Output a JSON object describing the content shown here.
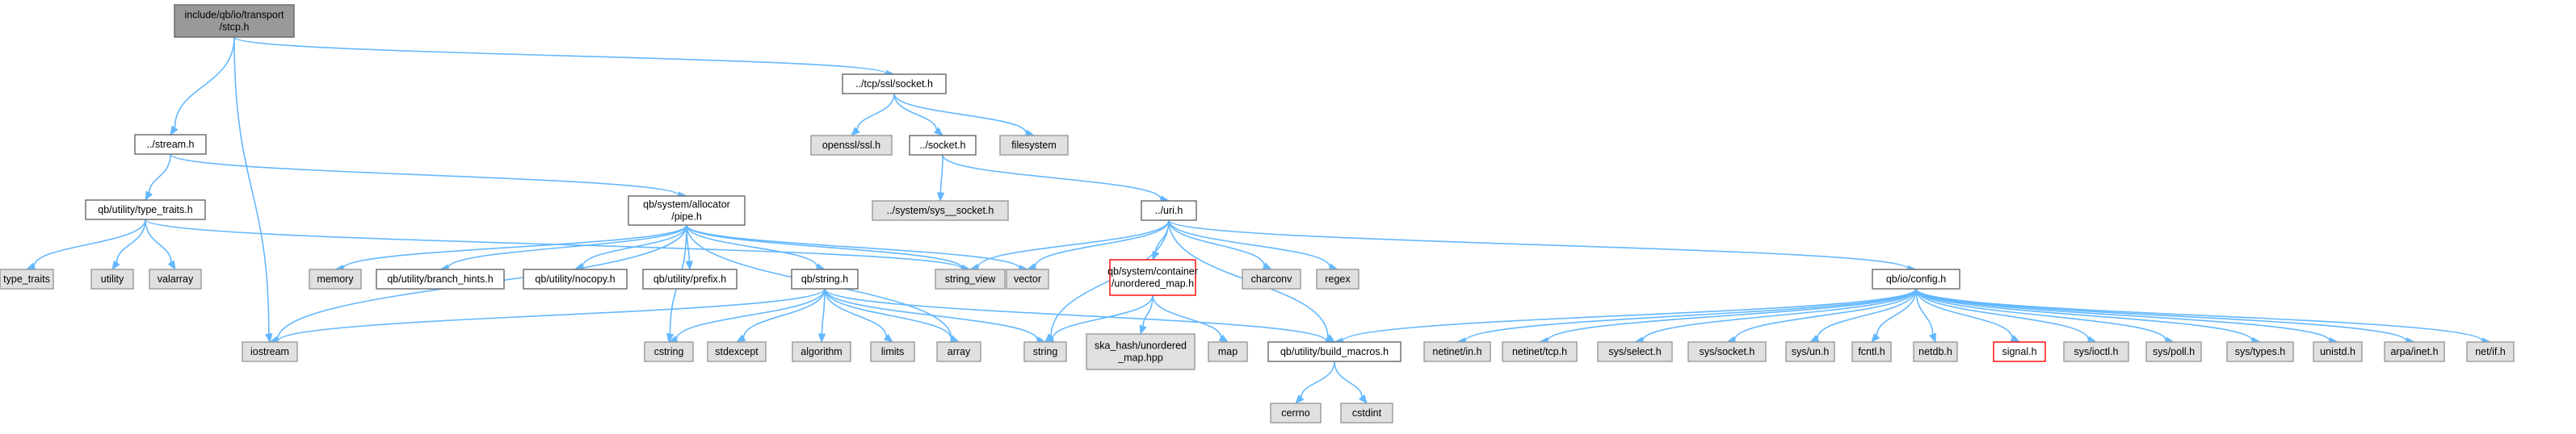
{
  "colors": {
    "edge": "#63b8ff",
    "root_fill": "#999999",
    "root_border": "#666666",
    "linked_fill": "#ffffff",
    "linked_border": "#666666",
    "external_fill": "#e0e0e0",
    "external_border": "#999999",
    "highlight_border": "#ff0000"
  },
  "nodes": [
    {
      "id": "root",
      "lines": [
        "include/qb/io/transport",
        "/stcp.h"
      ],
      "style": "root"
    },
    {
      "id": "tcpssl",
      "lines": [
        "../tcp/ssl/socket.h"
      ],
      "style": "linked"
    },
    {
      "id": "stream",
      "lines": [
        "../stream.h"
      ],
      "style": "linked"
    },
    {
      "id": "openssl",
      "lines": [
        "openssl/ssl.h"
      ],
      "style": "external"
    },
    {
      "id": "socketh",
      "lines": [
        "../socket.h"
      ],
      "style": "linked"
    },
    {
      "id": "filesystem",
      "lines": [
        "filesystem"
      ],
      "style": "external"
    },
    {
      "id": "typetraitsh",
      "lines": [
        "qb/utility/type_traits.h"
      ],
      "style": "linked"
    },
    {
      "id": "pipe",
      "lines": [
        "qb/system/allocator",
        "/pipe.h"
      ],
      "style": "linked"
    },
    {
      "id": "syssocket",
      "lines": [
        "../system/sys__socket.h"
      ],
      "style": "external"
    },
    {
      "id": "uri",
      "lines": [
        "../uri.h"
      ],
      "style": "linked"
    },
    {
      "id": "type_traits",
      "lines": [
        "type_traits"
      ],
      "style": "external"
    },
    {
      "id": "utility",
      "lines": [
        "utility"
      ],
      "style": "external"
    },
    {
      "id": "valarray",
      "lines": [
        "valarray"
      ],
      "style": "external"
    },
    {
      "id": "memory",
      "lines": [
        "memory"
      ],
      "style": "external"
    },
    {
      "id": "branchhints",
      "lines": [
        "qb/utility/branch_hints.h"
      ],
      "style": "linked"
    },
    {
      "id": "nocopy",
      "lines": [
        "qb/utility/nocopy.h"
      ],
      "style": "linked"
    },
    {
      "id": "prefix",
      "lines": [
        "qb/utility/prefix.h"
      ],
      "style": "linked"
    },
    {
      "id": "qbstring",
      "lines": [
        "qb/string.h"
      ],
      "style": "linked"
    },
    {
      "id": "string_view",
      "lines": [
        "string_view"
      ],
      "style": "external"
    },
    {
      "id": "vector",
      "lines": [
        "vector"
      ],
      "style": "external"
    },
    {
      "id": "unordered_map",
      "lines": [
        "qb/system/container",
        "/unordered_map.h"
      ],
      "style": "highlight"
    },
    {
      "id": "charconv",
      "lines": [
        "charconv"
      ],
      "style": "external"
    },
    {
      "id": "regex",
      "lines": [
        "regex"
      ],
      "style": "external"
    },
    {
      "id": "config",
      "lines": [
        "qb/io/config.h"
      ],
      "style": "linked"
    },
    {
      "id": "iostream",
      "lines": [
        "iostream"
      ],
      "style": "external"
    },
    {
      "id": "cstring",
      "lines": [
        "cstring"
      ],
      "style": "external"
    },
    {
      "id": "stdexcept",
      "lines": [
        "stdexcept"
      ],
      "style": "external"
    },
    {
      "id": "algorithm",
      "lines": [
        "algorithm"
      ],
      "style": "external"
    },
    {
      "id": "limits",
      "lines": [
        "limits"
      ],
      "style": "external"
    },
    {
      "id": "array",
      "lines": [
        "array"
      ],
      "style": "external"
    },
    {
      "id": "string",
      "lines": [
        "string"
      ],
      "style": "external"
    },
    {
      "id": "skahash",
      "lines": [
        "ska_hash/unordered",
        "_map.hpp"
      ],
      "style": "external"
    },
    {
      "id": "map",
      "lines": [
        "map"
      ],
      "style": "external"
    },
    {
      "id": "buildmacros",
      "lines": [
        "qb/utility/build_macros.h"
      ],
      "style": "linked"
    },
    {
      "id": "netinetin",
      "lines": [
        "netinet/in.h"
      ],
      "style": "external"
    },
    {
      "id": "netinettcp",
      "lines": [
        "netinet/tcp.h"
      ],
      "style": "external"
    },
    {
      "id": "sysselect",
      "lines": [
        "sys/select.h"
      ],
      "style": "external"
    },
    {
      "id": "syssocketh",
      "lines": [
        "sys/socket.h"
      ],
      "style": "external"
    },
    {
      "id": "sysun",
      "lines": [
        "sys/un.h"
      ],
      "style": "external"
    },
    {
      "id": "fcntl",
      "lines": [
        "fcntl.h"
      ],
      "style": "external"
    },
    {
      "id": "netdb",
      "lines": [
        "netdb.h"
      ],
      "style": "external"
    },
    {
      "id": "signal",
      "lines": [
        "signal.h"
      ],
      "style": "highlight"
    },
    {
      "id": "sysioctl",
      "lines": [
        "sys/ioctl.h"
      ],
      "style": "external"
    },
    {
      "id": "syspoll",
      "lines": [
        "sys/poll.h"
      ],
      "style": "external"
    },
    {
      "id": "systypes",
      "lines": [
        "sys/types.h"
      ],
      "style": "external"
    },
    {
      "id": "unistd",
      "lines": [
        "unistd.h"
      ],
      "style": "external"
    },
    {
      "id": "arpainet",
      "lines": [
        "arpa/inet.h"
      ],
      "style": "external"
    },
    {
      "id": "netif",
      "lines": [
        "net/if.h"
      ],
      "style": "external"
    },
    {
      "id": "cerrno",
      "lines": [
        "cerrno"
      ],
      "style": "external"
    },
    {
      "id": "cstdint",
      "lines": [
        "cstdint"
      ],
      "style": "external"
    }
  ],
  "edges": [
    [
      "root",
      "tcpssl"
    ],
    [
      "root",
      "stream"
    ],
    [
      "root",
      "iostream"
    ],
    [
      "tcpssl",
      "openssl"
    ],
    [
      "tcpssl",
      "socketh"
    ],
    [
      "tcpssl",
      "filesystem"
    ],
    [
      "socketh",
      "syssocket"
    ],
    [
      "socketh",
      "uri"
    ],
    [
      "stream",
      "typetraitsh"
    ],
    [
      "stream",
      "pipe"
    ],
    [
      "typetraitsh",
      "type_traits"
    ],
    [
      "typetraitsh",
      "utility"
    ],
    [
      "typetraitsh",
      "valarray"
    ],
    [
      "typetraitsh",
      "string_view"
    ],
    [
      "pipe",
      "iostream"
    ],
    [
      "pipe",
      "memory"
    ],
    [
      "pipe",
      "branchhints"
    ],
    [
      "pipe",
      "nocopy"
    ],
    [
      "pipe",
      "prefix"
    ],
    [
      "pipe",
      "qbstring"
    ],
    [
      "pipe",
      "cstring"
    ],
    [
      "pipe",
      "array"
    ],
    [
      "pipe",
      "string_view"
    ],
    [
      "pipe",
      "vector"
    ],
    [
      "qbstring",
      "iostream"
    ],
    [
      "qbstring",
      "cstring"
    ],
    [
      "qbstring",
      "stdexcept"
    ],
    [
      "qbstring",
      "algorithm"
    ],
    [
      "qbstring",
      "limits"
    ],
    [
      "qbstring",
      "array"
    ],
    [
      "qbstring",
      "string"
    ],
    [
      "qbstring",
      "buildmacros"
    ],
    [
      "uri",
      "string_view"
    ],
    [
      "uri",
      "vector"
    ],
    [
      "uri",
      "string"
    ],
    [
      "uri",
      "unordered_map"
    ],
    [
      "uri",
      "charconv"
    ],
    [
      "uri",
      "regex"
    ],
    [
      "uri",
      "buildmacros"
    ],
    [
      "uri",
      "config"
    ],
    [
      "unordered_map",
      "string"
    ],
    [
      "unordered_map",
      "skahash"
    ],
    [
      "unordered_map",
      "map"
    ],
    [
      "config",
      "buildmacros"
    ],
    [
      "config",
      "netinetin"
    ],
    [
      "config",
      "netinettcp"
    ],
    [
      "config",
      "sysselect"
    ],
    [
      "config",
      "syssocketh"
    ],
    [
      "config",
      "sysun"
    ],
    [
      "config",
      "fcntl"
    ],
    [
      "config",
      "netdb"
    ],
    [
      "config",
      "signal"
    ],
    [
      "config",
      "sysioctl"
    ],
    [
      "config",
      "syspoll"
    ],
    [
      "config",
      "systypes"
    ],
    [
      "config",
      "unistd"
    ],
    [
      "config",
      "arpainet"
    ],
    [
      "config",
      "netif"
    ],
    [
      "buildmacros",
      "cerrno"
    ],
    [
      "buildmacros",
      "cstdint"
    ]
  ]
}
